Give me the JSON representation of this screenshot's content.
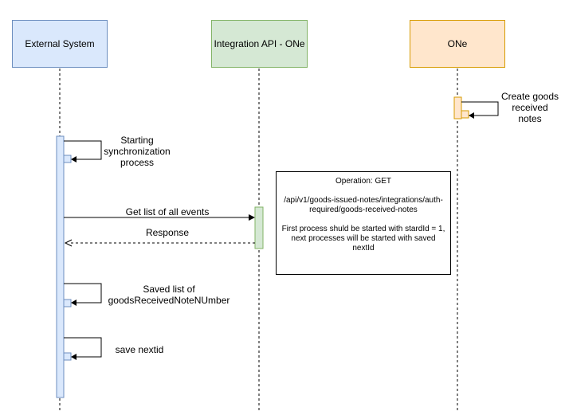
{
  "participants": [
    {
      "label": "External System",
      "fill": "#dae8fc",
      "stroke": "#6c8ebf"
    },
    {
      "label": "Integration API - ONe",
      "fill": "#d5e8d4",
      "stroke": "#82b366"
    },
    {
      "label": "ONe",
      "fill": "#ffe6cc",
      "stroke": "#d79b00"
    }
  ],
  "messages": {
    "create_goods": "Create goods received notes",
    "starting_sync": "Starting synchronization process",
    "get_list": "Get list of all events",
    "response": "Response",
    "saved_list": "Saved list of goodsReceivedNoteNUmber",
    "save_nextid": "save nextid"
  },
  "note": {
    "operation": "Operation: GET",
    "endpoint": "/api/v1/goods-issued-notes/integrations/auth-required/goods-received-notes",
    "description": "First process shuld be started with stardId = 1, next processes will be started with saved nextId"
  }
}
